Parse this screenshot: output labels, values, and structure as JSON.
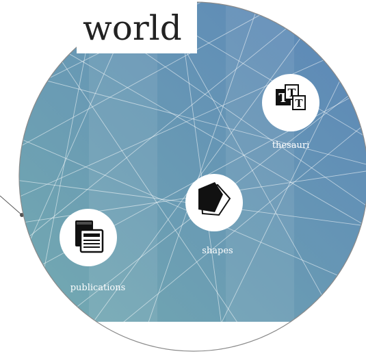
{
  "title": "world",
  "nodes": [
    {
      "id": "thesauri",
      "label": "thesauri",
      "icon": "thesaurus-icon"
    },
    {
      "id": "shapes",
      "label": "shapes",
      "icon": "shapes-icon"
    },
    {
      "id": "publications",
      "label": "publications",
      "icon": "publications-icon"
    }
  ],
  "colors": {
    "gradient_top_right": "#5b86b8",
    "gradient_bottom_left": "#74aab0",
    "grid": "#ffffff",
    "node_fill": "#ffffff",
    "icon": "#111111",
    "outline": "#8a8a8a"
  }
}
